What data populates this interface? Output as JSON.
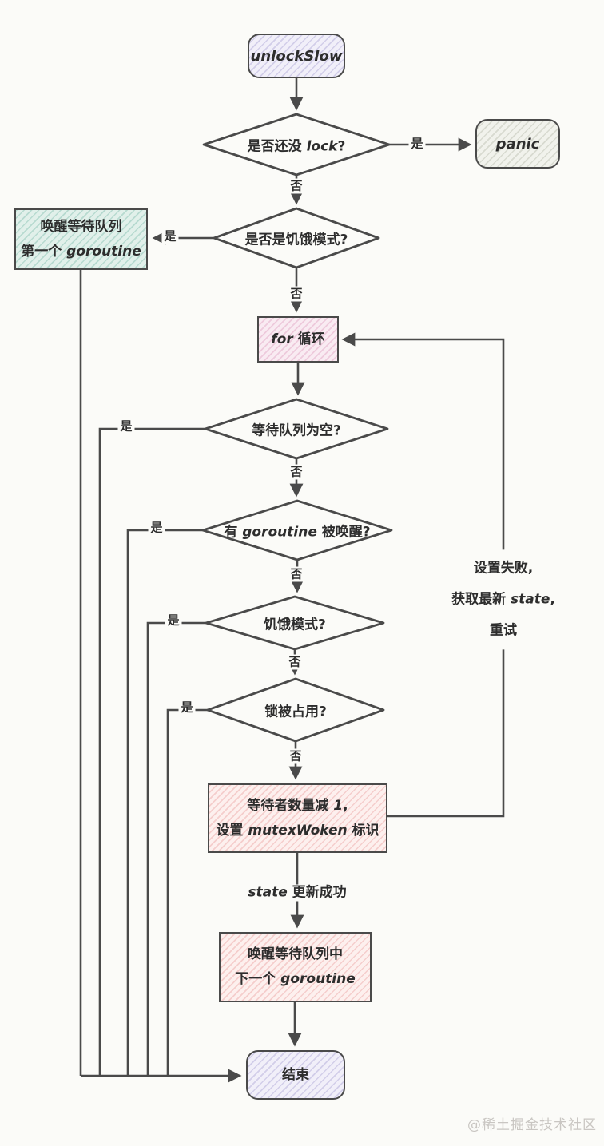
{
  "page": {
    "watermark": "@稀土掘金技术社区",
    "colors": {
      "background": "#fbfbf8",
      "line": "#4a4a4a",
      "lavender_fill": "#f1eff9",
      "gray_fill": "#f1f2ec",
      "teal_fill": "#e1f0ea",
      "pink_fill": "#f9ebf2",
      "red_fill": "#fdf0ee",
      "text": "#2d2d2d",
      "watermark_text": "#c9c6c2"
    }
  },
  "labels": {
    "yes": "是",
    "no": "否"
  },
  "edges": {
    "state_update": {
      "en": "state",
      "zh": " 更新成功"
    },
    "retry": {
      "l1": "设置失败,",
      "l2a": "获取最新 ",
      "l2b": "state",
      "l2c": ",",
      "l3": "重试"
    }
  },
  "nodes": {
    "start": {
      "label": "unlockSlow"
    },
    "check_lock": {
      "zh": "是否还没 ",
      "en": "lock",
      "tail": "?"
    },
    "panic": {
      "label": "panic"
    },
    "wake_first": {
      "l1": "唤醒等待队列",
      "l2a": "第一个 ",
      "l2b": "goroutine"
    },
    "check_starving1": {
      "label": "是否是饥饿模式?"
    },
    "for_loop": {
      "en": "for",
      "zh": " 循环"
    },
    "check_queue_empty": {
      "label": "等待队列为空?"
    },
    "check_woken": {
      "zh1": "有 ",
      "en": "goroutine",
      "zh2": " 被唤醒?"
    },
    "check_starving2": {
      "label": "饥饿模式?"
    },
    "check_locked": {
      "label": "锁被占用?"
    },
    "dec_waiters": {
      "l1a": "等待者数量减 ",
      "l1b": "1",
      "l1c": ",",
      "l2a": "设置 ",
      "l2b": "mutexWoken",
      "l2c": " 标识"
    },
    "wake_next": {
      "l1": "唤醒等待队列中",
      "l2a": "下一个 ",
      "l2b": "goroutine"
    },
    "end": {
      "label": "结束"
    }
  }
}
